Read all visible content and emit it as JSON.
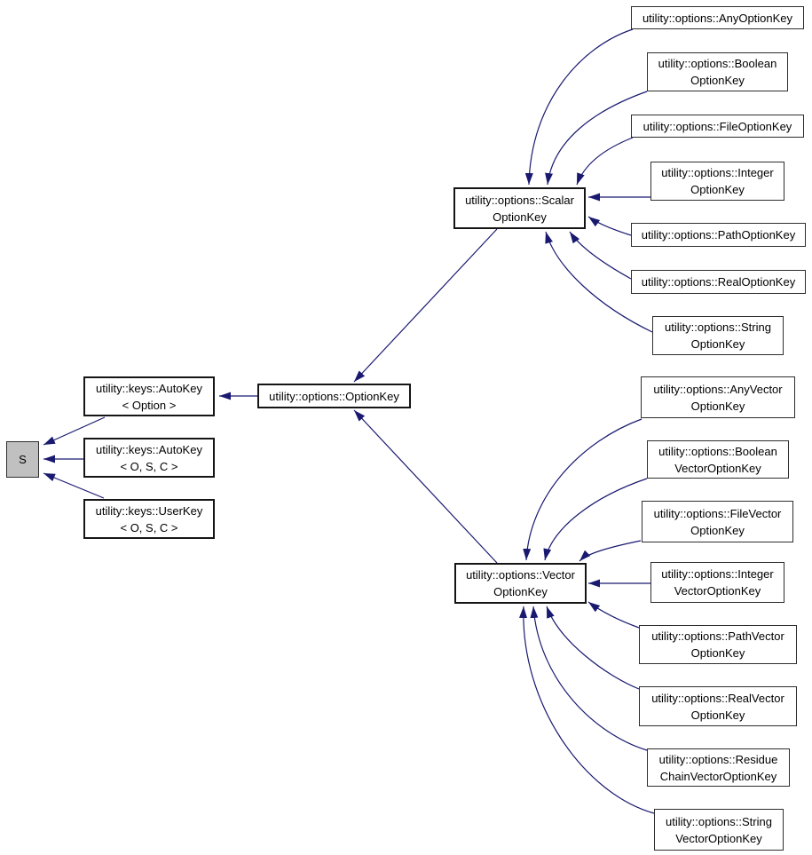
{
  "colors": {
    "edge-color": "#191970",
    "node-border": "#2d2d2d",
    "spine-border": "#151515",
    "node-fill": "#ffffff",
    "current-fill": "#c0c0c0",
    "text-color": "#000000",
    "background": "#ffffff"
  },
  "diagram": {
    "type": "class-inheritance-graph",
    "current_node": "S",
    "nodes": {
      "s": {
        "label": "S"
      },
      "autokey_option": {
        "label": "utility::keys::AutoKey\n< Option >"
      },
      "autokey_osc": {
        "label": "utility::keys::AutoKey\n< O, S, C >"
      },
      "userkey_osc": {
        "label": "utility::keys::UserKey\n< O, S, C >"
      },
      "optionkey": {
        "label": "utility::options::OptionKey"
      },
      "scalaroptionkey": {
        "label": "utility::options::Scalar\nOptionKey"
      },
      "vectoroptionkey": {
        "label": "utility::options::Vector\nOptionKey"
      },
      "anyoptionkey": {
        "label": "utility::options::AnyOptionKey"
      },
      "booleanoptionkey": {
        "label": "utility::options::Boolean\nOptionKey"
      },
      "fileoptionkey": {
        "label": "utility::options::FileOptionKey"
      },
      "integeroptionkey": {
        "label": "utility::options::Integer\nOptionKey"
      },
      "pathoptionkey": {
        "label": "utility::options::PathOptionKey"
      },
      "realoptionkey": {
        "label": "utility::options::RealOptionKey"
      },
      "stringoptionkey": {
        "label": "utility::options::String\nOptionKey"
      },
      "anyvectoroptionkey": {
        "label": "utility::options::AnyVector\nOptionKey"
      },
      "booleanvectoroptionkey": {
        "label": "utility::options::Boolean\nVectorOptionKey"
      },
      "filevectoroptionkey": {
        "label": "utility::options::FileVector\nOptionKey"
      },
      "integervectoroptionkey": {
        "label": "utility::options::Integer\nVectorOptionKey"
      },
      "pathvectoroptionkey": {
        "label": "utility::options::PathVector\nOptionKey"
      },
      "realvectoroptionkey": {
        "label": "utility::options::RealVector\nOptionKey"
      },
      "residuechainvectoroptionkey": {
        "label": "utility::options::Residue\nChainVectorOptionKey"
      },
      "stringvectoroptionkey": {
        "label": "utility::options::String\nVectorOptionKey"
      }
    },
    "edges": [
      {
        "from": "autokey_option",
        "to": "s"
      },
      {
        "from": "autokey_osc",
        "to": "s"
      },
      {
        "from": "userkey_osc",
        "to": "s"
      },
      {
        "from": "optionkey",
        "to": "autokey_option"
      },
      {
        "from": "scalaroptionkey",
        "to": "optionkey"
      },
      {
        "from": "vectoroptionkey",
        "to": "optionkey"
      },
      {
        "from": "anyoptionkey",
        "to": "scalaroptionkey"
      },
      {
        "from": "booleanoptionkey",
        "to": "scalaroptionkey"
      },
      {
        "from": "fileoptionkey",
        "to": "scalaroptionkey"
      },
      {
        "from": "integeroptionkey",
        "to": "scalaroptionkey"
      },
      {
        "from": "pathoptionkey",
        "to": "scalaroptionkey"
      },
      {
        "from": "realoptionkey",
        "to": "scalaroptionkey"
      },
      {
        "from": "stringoptionkey",
        "to": "scalaroptionkey"
      },
      {
        "from": "anyvectoroptionkey",
        "to": "vectoroptionkey"
      },
      {
        "from": "booleanvectoroptionkey",
        "to": "vectoroptionkey"
      },
      {
        "from": "filevectoroptionkey",
        "to": "vectoroptionkey"
      },
      {
        "from": "integervectoroptionkey",
        "to": "vectoroptionkey"
      },
      {
        "from": "pathvectoroptionkey",
        "to": "vectoroptionkey"
      },
      {
        "from": "realvectoroptionkey",
        "to": "vectoroptionkey"
      },
      {
        "from": "residuechainvectoroptionkey",
        "to": "vectoroptionkey"
      },
      {
        "from": "stringvectoroptionkey",
        "to": "vectoroptionkey"
      }
    ]
  }
}
